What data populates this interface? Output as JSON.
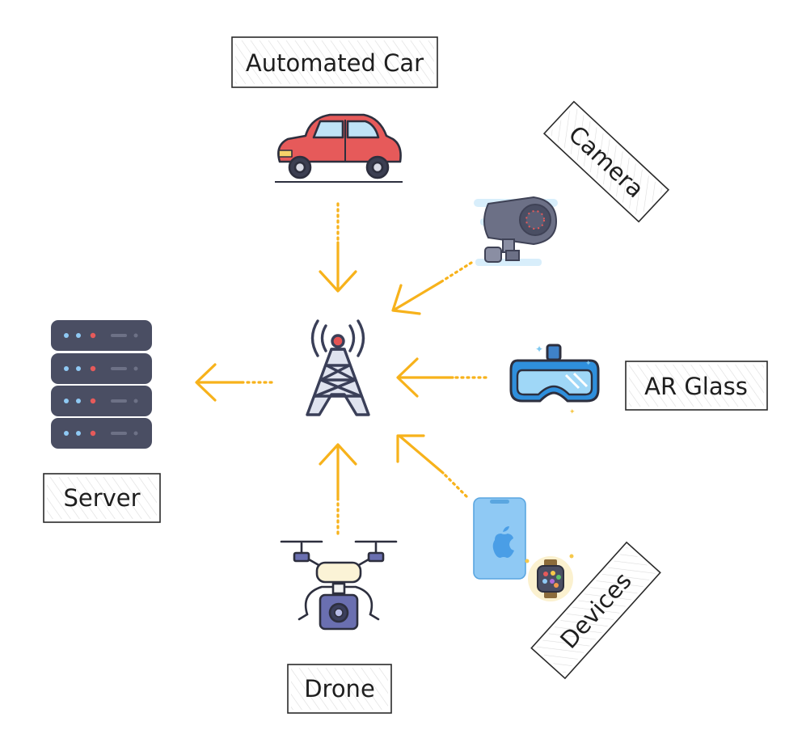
{
  "labels": {
    "car": "Automated Car",
    "camera": "Camera",
    "ar": "AR Glass",
    "server": "Server",
    "drone": "Drone",
    "devices": "Devices"
  },
  "nodes": [
    {
      "id": "tower",
      "icon": "cell-tower-icon"
    },
    {
      "id": "car",
      "icon": "car-icon"
    },
    {
      "id": "camera",
      "icon": "security-camera-icon"
    },
    {
      "id": "ar",
      "icon": "vr-headset-icon"
    },
    {
      "id": "server",
      "icon": "server-rack-icon"
    },
    {
      "id": "drone",
      "icon": "drone-icon"
    },
    {
      "id": "devices",
      "icon": "phone-and-watch-icon"
    }
  ],
  "edges": [
    {
      "from": "car",
      "to": "tower"
    },
    {
      "from": "camera",
      "to": "tower"
    },
    {
      "from": "ar",
      "to": "tower"
    },
    {
      "from": "drone",
      "to": "tower"
    },
    {
      "from": "devices",
      "to": "tower"
    },
    {
      "from": "tower",
      "to": "server"
    }
  ],
  "colors": {
    "arrow": "#f7b21b",
    "car_body": "#e65a5a",
    "headset": "#2f8fdc",
    "server": "#4a4e63",
    "drone_camera": "#6a6fb0",
    "phone": "#8fc9f4"
  }
}
